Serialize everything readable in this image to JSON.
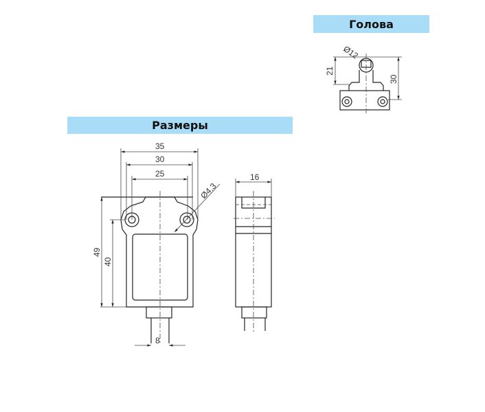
{
  "headers": {
    "head": "Голова",
    "dimensions": "Размеры"
  },
  "head_dims": {
    "roller_diameter": "Ø12",
    "height_21": "21",
    "height_30": "30"
  },
  "front_dims": {
    "w35": "35",
    "w30": "30",
    "w25": "25",
    "hole": "Ø4.3",
    "h49": "49",
    "h40": "40",
    "cable": "8"
  },
  "side_dims": {
    "depth": "16"
  },
  "colors": {
    "header_bg": "#a9dcf6"
  }
}
